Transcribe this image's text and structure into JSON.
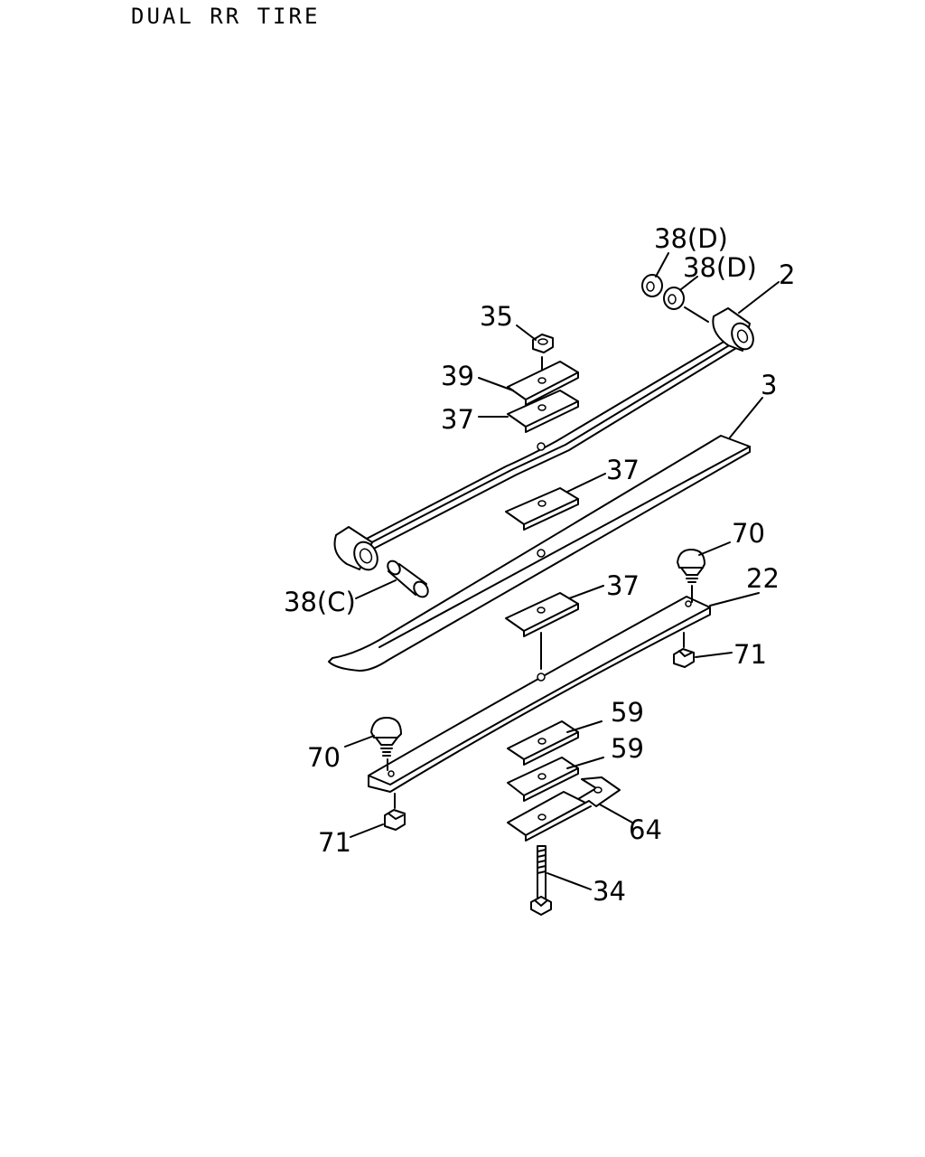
{
  "title": "DUAL RR TIRE",
  "callouts": {
    "c38d_1": "38(D)",
    "c38d_2": "38(D)",
    "c2": "2",
    "c35": "35",
    "c39": "39",
    "c37_a": "37",
    "c3": "3",
    "c37_b": "37",
    "c70_a": "70",
    "c22": "22",
    "c37_c": "37",
    "c71_a": "71",
    "c38c": "38(C)",
    "c59_a": "59",
    "c70_b": "70",
    "c59_b": "59",
    "c64": "64",
    "c71_b": "71",
    "c34": "34"
  }
}
